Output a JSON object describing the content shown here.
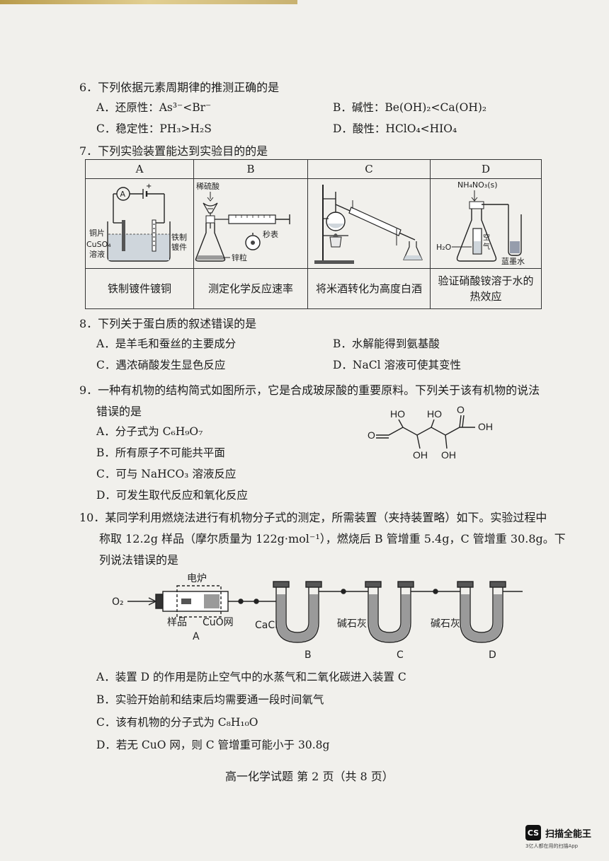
{
  "questions": {
    "q6": {
      "stem": "6．下列依据元素周期律的推测正确的是",
      "A": "A．还原性：As³⁻<Br⁻",
      "B": "B．碱性：Be(OH)₂<Ca(OH)₂",
      "C": "C．稳定性：PH₃>H₂S",
      "D": "D．酸性：HClO₄<HIO₄"
    },
    "q7": {
      "stem": "7．下列实验装置能达到实验目的的是",
      "headers": [
        "A",
        "B",
        "C",
        "D"
      ],
      "captions": [
        "铁制镀件镀铜",
        "测定化学反应速率",
        "将米酒转化为高度白酒",
        "验证硝酸铵溶于水的热效应"
      ],
      "labels": {
        "a_cu": "铜片",
        "a_cuso4": "CuSO₄",
        "a_sol": "溶液",
        "a_iron1": "铁制",
        "a_iron2": "镀件",
        "b_acid": "稀硫酸",
        "b_timer": "秒表",
        "b_zinc": "锌粒",
        "d_salt": "NH₄NO₃(s)",
        "d_water": "H₂O",
        "d_air1": "空",
        "d_air2": "气",
        "d_ink": "蓝墨水"
      }
    },
    "q8": {
      "stem": "8．下列关于蛋白质的叙述错误的是",
      "A": "A．是羊毛和蚕丝的主要成分",
      "B": "B．水解能得到氨基酸",
      "C": "C．遇浓硝酸发生显色反应",
      "D": "D．NaCl 溶液可使其变性"
    },
    "q9": {
      "stem1": "9．一种有机物的结构简式如图所示，它是合成玻尿酸的重要原料。下列关于该有机物的说法",
      "stem2": "错误的是",
      "A": "A．分子式为 C₆H₉O₇",
      "B": "B．所有原子不可能共平面",
      "C": "C．可与 NaHCO₃ 溶液反应",
      "D": "D．可发生取代反应和氧化反应",
      "struct": {
        "ho1": "HO",
        "ho2": "HO",
        "o_top": "O",
        "oh_right": "OH",
        "o_left": "O",
        "oh_b1": "OH",
        "oh_b2": "OH"
      }
    },
    "q10": {
      "stem1": "10．某同学利用燃烧法进行有机物分子式的测定，所需装置（夹持装置略）如下。实验过程中",
      "stem2": "称取 12.2g 样品（摩尔质量为 122g·mol⁻¹），燃烧后 B 管增重 5.4g，C 管增重 30.8g。下",
      "stem3": "列说法错误的是",
      "A": "A．装置 D 的作用是防止空气中的水蒸气和二氧化碳进入装置 C",
      "B": "B．实验开始前和结束后均需要通一段时间氧气",
      "C": "C．该有机物的分子式为 C₈H₁₀O",
      "D": "D．若无 CuO 网，则 C 管增重可能小于 30.8g",
      "app": {
        "o2": "O₂",
        "furnace": "电炉",
        "sample": "样品",
        "cuo": "CuO网",
        "cacl2": "CaCl₂",
        "soda1": "碱石灰",
        "soda2": "碱石灰",
        "la": "A",
        "lb": "B",
        "lc": "C",
        "ld": "D"
      }
    }
  },
  "footer": "高一化学试题 第 2 页（共 8 页）",
  "watermark": {
    "brand": "扫描全能王",
    "tagline": "3亿人都在用的扫描App",
    "badge": "CS"
  }
}
